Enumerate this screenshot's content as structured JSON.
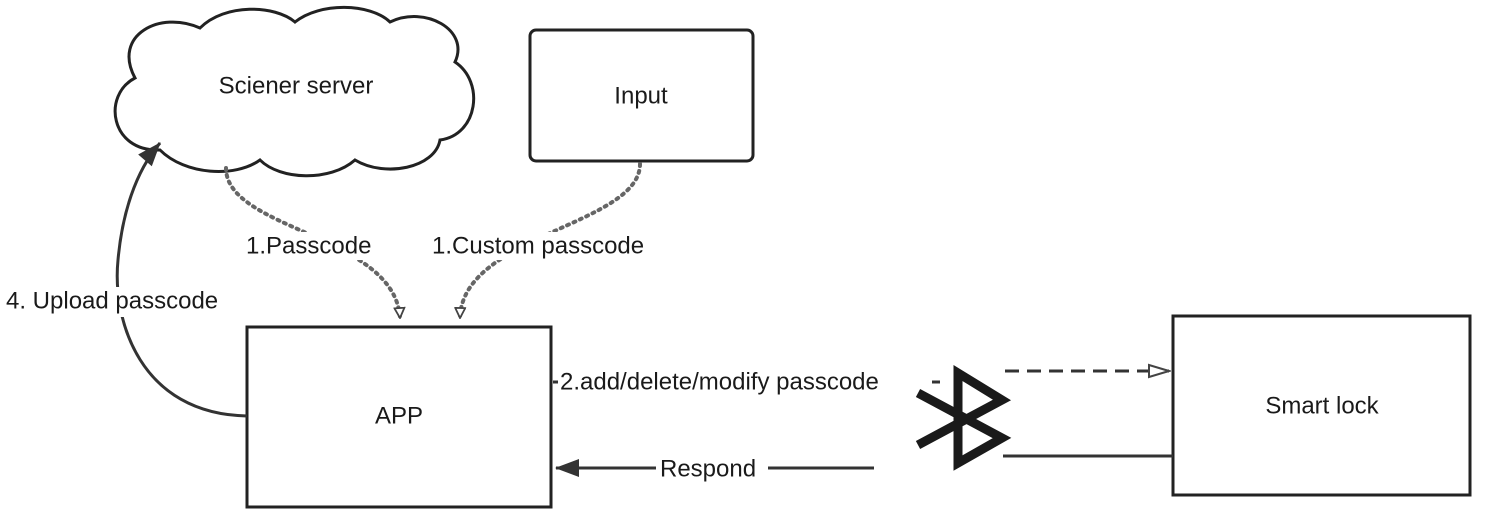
{
  "nodes": {
    "server": "Sciener server",
    "input": "Input",
    "app": "APP",
    "lock": "Smart lock"
  },
  "edges": {
    "passcode": "1.Passcode",
    "custom_passcode": "1.Custom passcode",
    "upload": "4. Upload passcode",
    "modify": "2.add/delete/modify passcode",
    "respond": "Respond"
  },
  "icons": {
    "connection": "bluetooth-icon"
  }
}
